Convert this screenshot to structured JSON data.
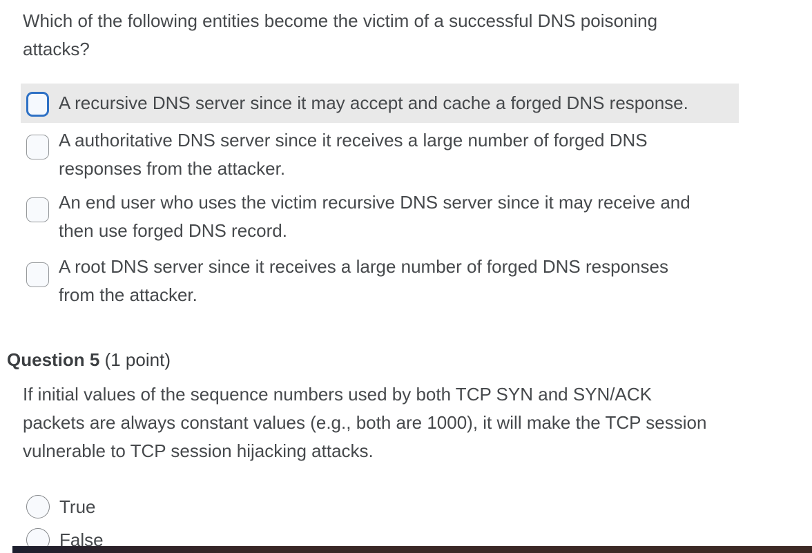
{
  "colors": {
    "text": "#46494c",
    "highlight_row_bg": "#e9e9e9",
    "focus_checkbox_border": "#2e71c5",
    "checkbox_border": "#96999c",
    "bottom_bar_left": "#1d1f2e",
    "bottom_bar_right": "#3d2a25"
  },
  "question4": {
    "text_lines": [
      "Which of the following entities become the victim of a successful DNS poisoning",
      "attacks?"
    ],
    "options": [
      {
        "label_lines": [
          "A recursive DNS server since it may accept and cache a forged DNS response."
        ],
        "state": "focused-highlighted",
        "checked": false
      },
      {
        "label_lines": [
          "A authoritative DNS server since it receives a large number of forged DNS",
          "responses from the attacker."
        ],
        "state": "default",
        "checked": false
      },
      {
        "label_lines": [
          "An end user who uses the victim recursive DNS server since it may receive and",
          "then use forged DNS record."
        ],
        "state": "default",
        "checked": false
      },
      {
        "label_lines": [
          "A root DNS server since it receives a large number of forged DNS responses",
          "from the attacker."
        ],
        "state": "default",
        "checked": false
      }
    ]
  },
  "question5": {
    "heading": "Question 5",
    "points": "(1 point)",
    "text_lines": [
      "If initial values of the sequence numbers used by both TCP SYN and SYN/ACK",
      "packets are always constant values (e.g., both are 1000), it will make the TCP session",
      "vulnerable to TCP session hijacking attacks."
    ],
    "options": [
      {
        "label": "True",
        "checked": false
      },
      {
        "label": "False",
        "checked": false
      }
    ]
  }
}
